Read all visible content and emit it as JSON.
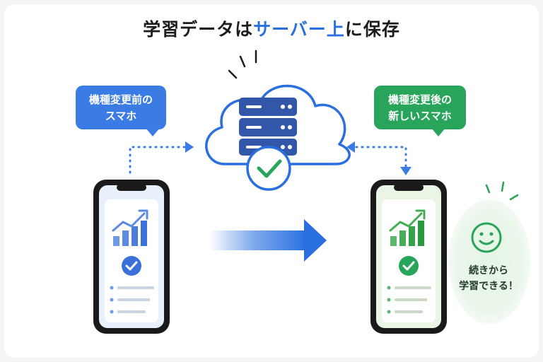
{
  "title": {
    "prefix": "学習データは",
    "accent": "サーバー上",
    "suffix": "に保存"
  },
  "left_bubble": {
    "line1": "機種変更前の",
    "line2": "スマホ"
  },
  "right_bubble": {
    "line1": "機種変更後の",
    "line2": "新しいスマホ"
  },
  "callout": {
    "line1": "続きから",
    "line2": "学習できる！"
  },
  "colors": {
    "blue": "#3a7ce4",
    "green": "#28a55a",
    "dark": "#1c1c1c"
  }
}
